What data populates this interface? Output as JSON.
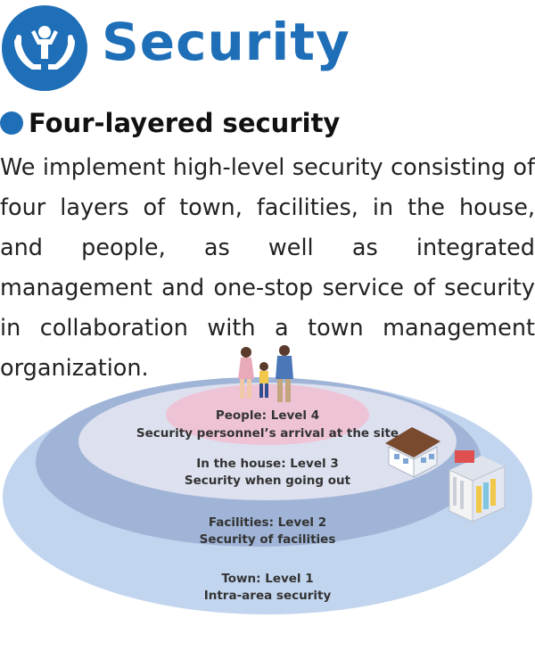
{
  "header": {
    "title": "Security",
    "icon": "hands-protecting-person-icon",
    "accent_color": "#1f6fb8"
  },
  "section": {
    "heading": "Four-layered security",
    "body": "We implement high-level security consisting of four layers of town, facilities, in the house, and people, as well as integrated management and one-stop service of security in collaboration with a town management organization."
  },
  "diagram": {
    "layers": [
      {
        "level_title": "People: Level 4",
        "description": "Security personnel’s arrival at the site",
        "color": "#eec3d6"
      },
      {
        "level_title": "In the house: Level 3",
        "description": "Security when going out",
        "color": "#dde0ee"
      },
      {
        "level_title": "Facilities: Level 2",
        "description": "Security of facilities",
        "color": "#9fb4d6"
      },
      {
        "level_title": "Town: Level 1",
        "description": "Intra-area security",
        "color": "#c2d5ef"
      }
    ]
  }
}
